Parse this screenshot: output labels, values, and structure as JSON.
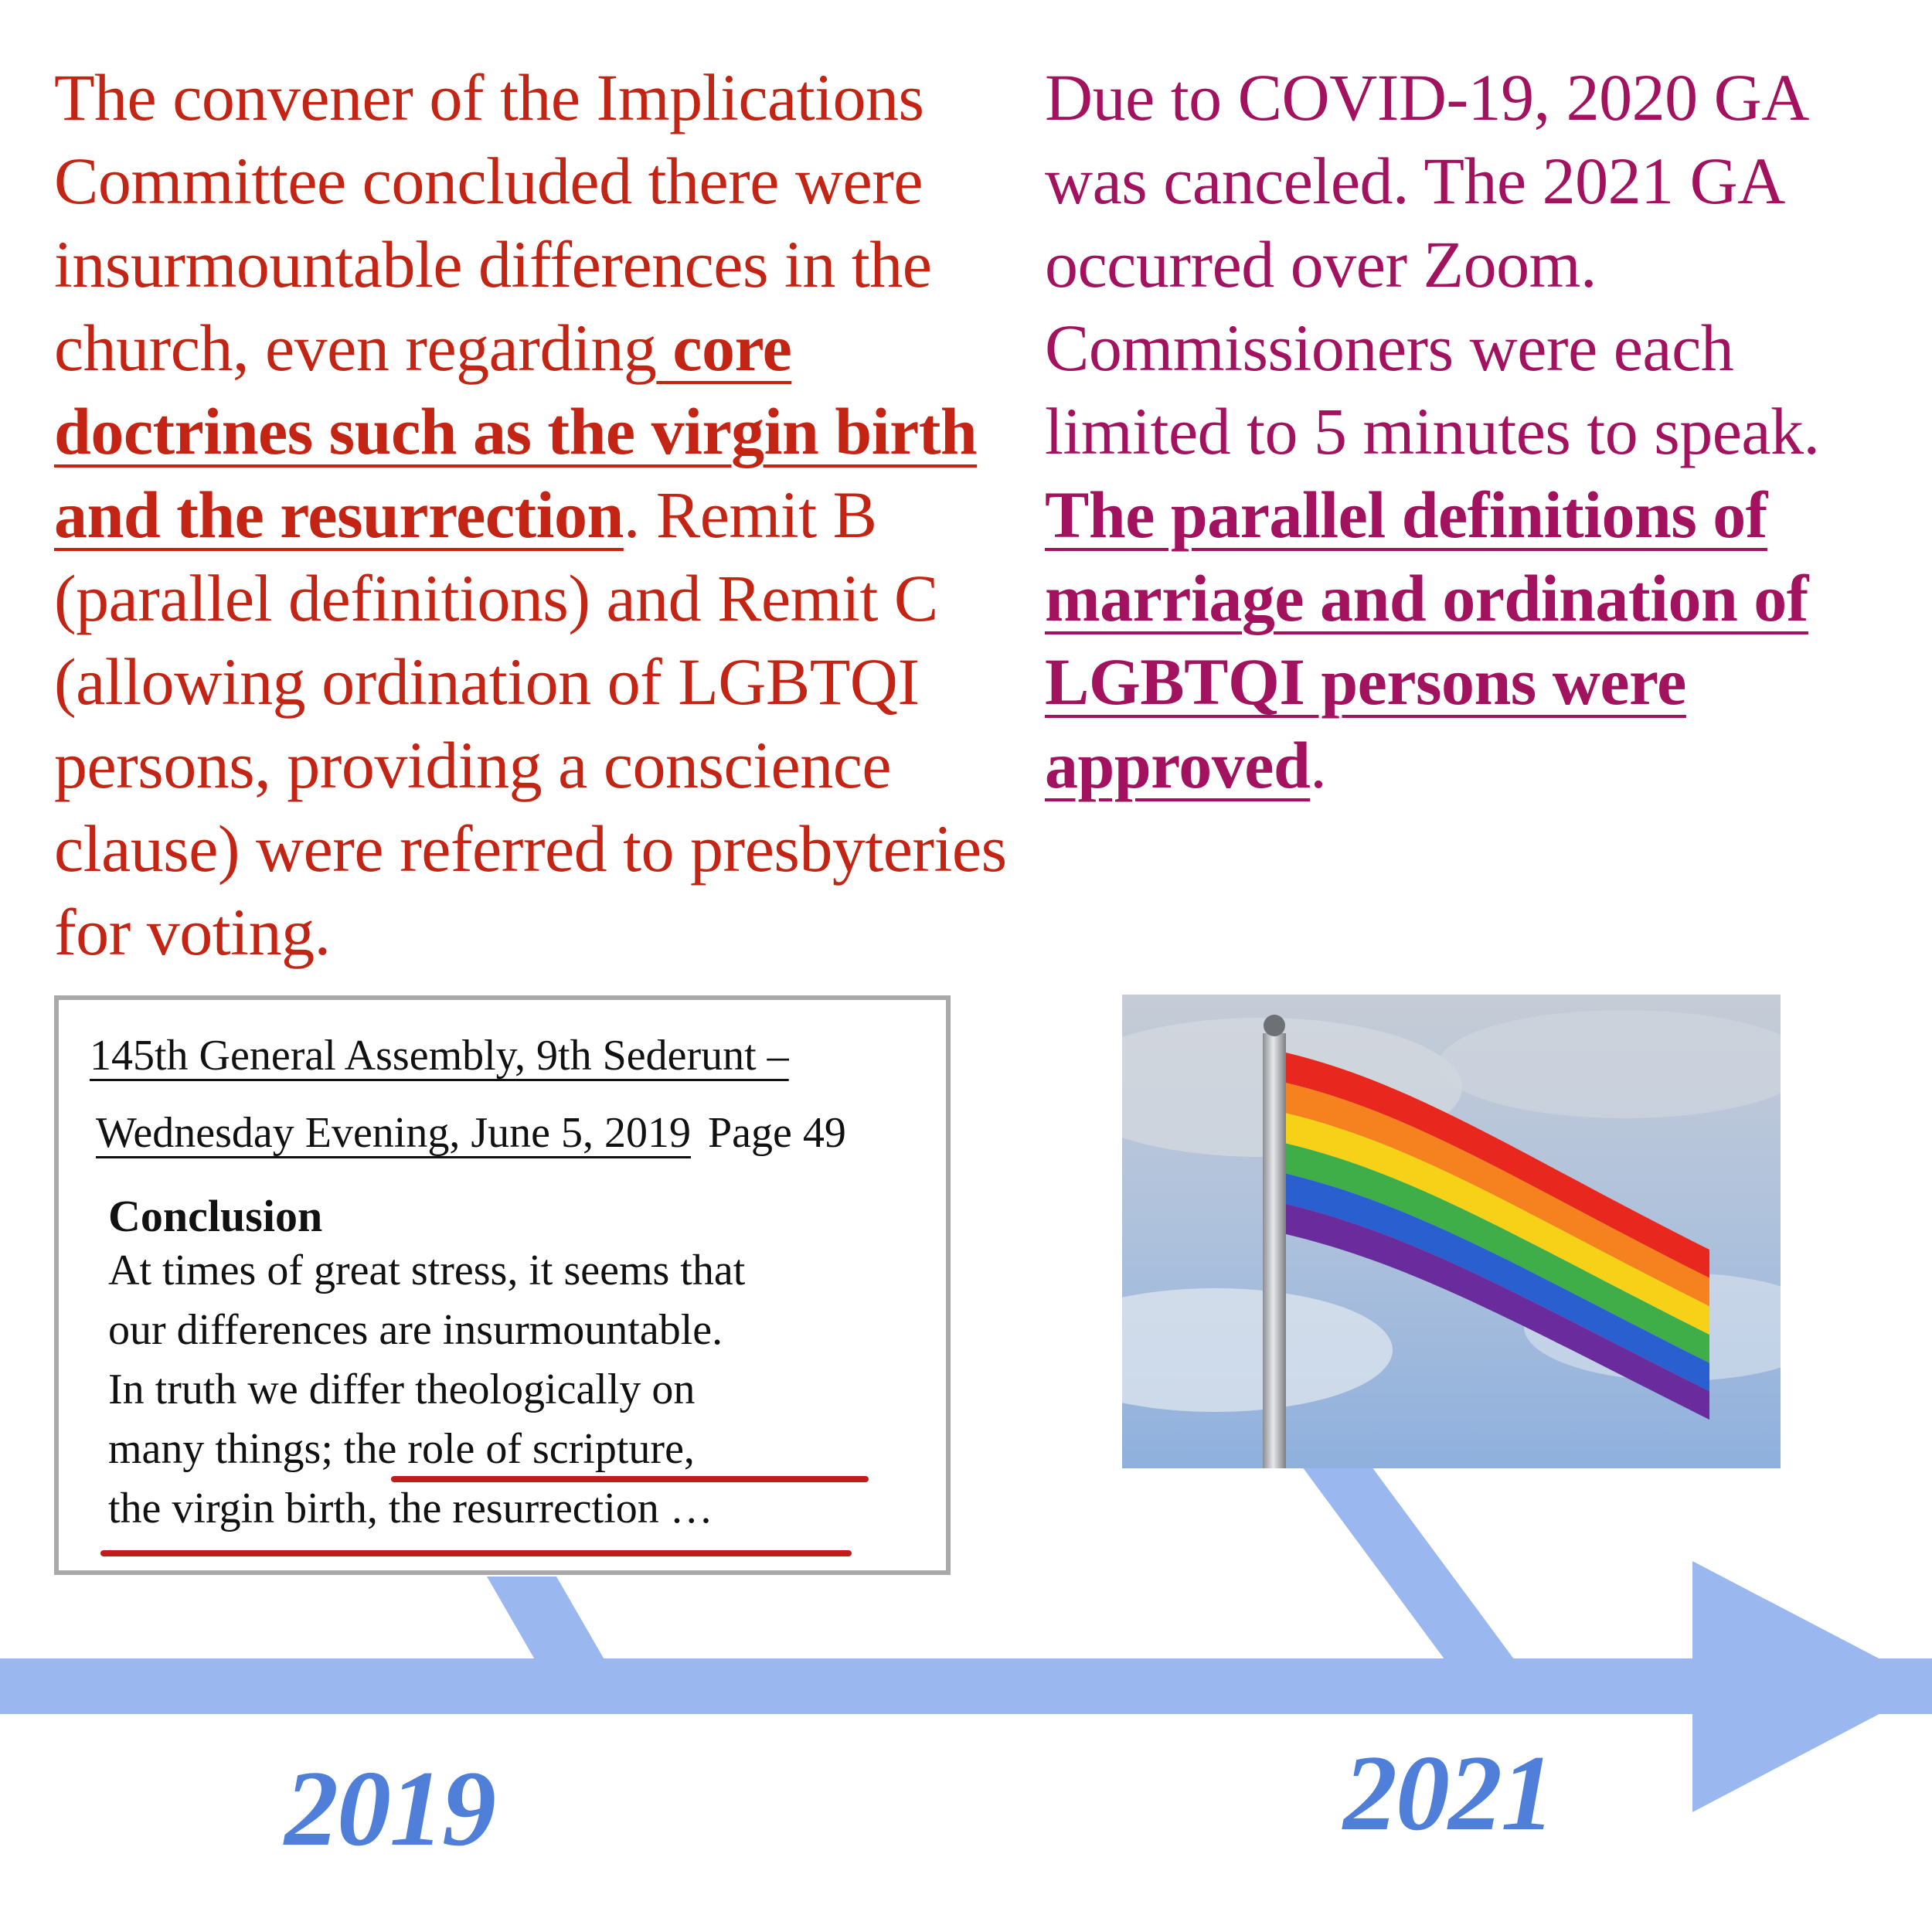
{
  "left_panel": {
    "text_before": "The convener of the Implications Committee concluded there were insurmountable differences in the church, even regarding",
    "emphasis": " core doctrines such as the virgin birth and the resurrection",
    "text_after_1": ".",
    "text_after_2": " Remit B (parallel definitions) and Remit C (allowing ordination of LGBTQI persons, providing a conscience clause) were referred to presbyteries for voting."
  },
  "right_panel": {
    "text_before": "Due to COVID-19, 2020 GA was canceled. The 2021 GA occurred over Zoom. Commissioners were each limited to 5 minutes to speak.",
    "emphasis": "The parallel definitions of marriage and ordination of LGBTQI persons were approved",
    "text_after": "."
  },
  "excerpt": {
    "header_line1": "145th General Assembly, 9th Sederunt –",
    "header_date": "Wednesday Evening, June 5, 2019",
    "header_page": "Page 49",
    "title": "Conclusion",
    "body_lines": [
      "At times of great stress, it seems that",
      "our differences are insurmountable.",
      "In truth we differ theologically on",
      "many things;  the role of scripture,",
      "the virgin birth, the resurrection …"
    ],
    "underline_color": "#c41b1b"
  },
  "timeline": {
    "years": [
      "2019",
      "2021"
    ],
    "line_color": "#9ab8ef",
    "year_color": "#4f7fd8"
  },
  "photo": {
    "subject": "rainbow-flag",
    "stripe_colors": [
      "#e8281e",
      "#f5821f",
      "#f7d117",
      "#3fae49",
      "#2a5fcf",
      "#6a2c9c"
    ]
  }
}
